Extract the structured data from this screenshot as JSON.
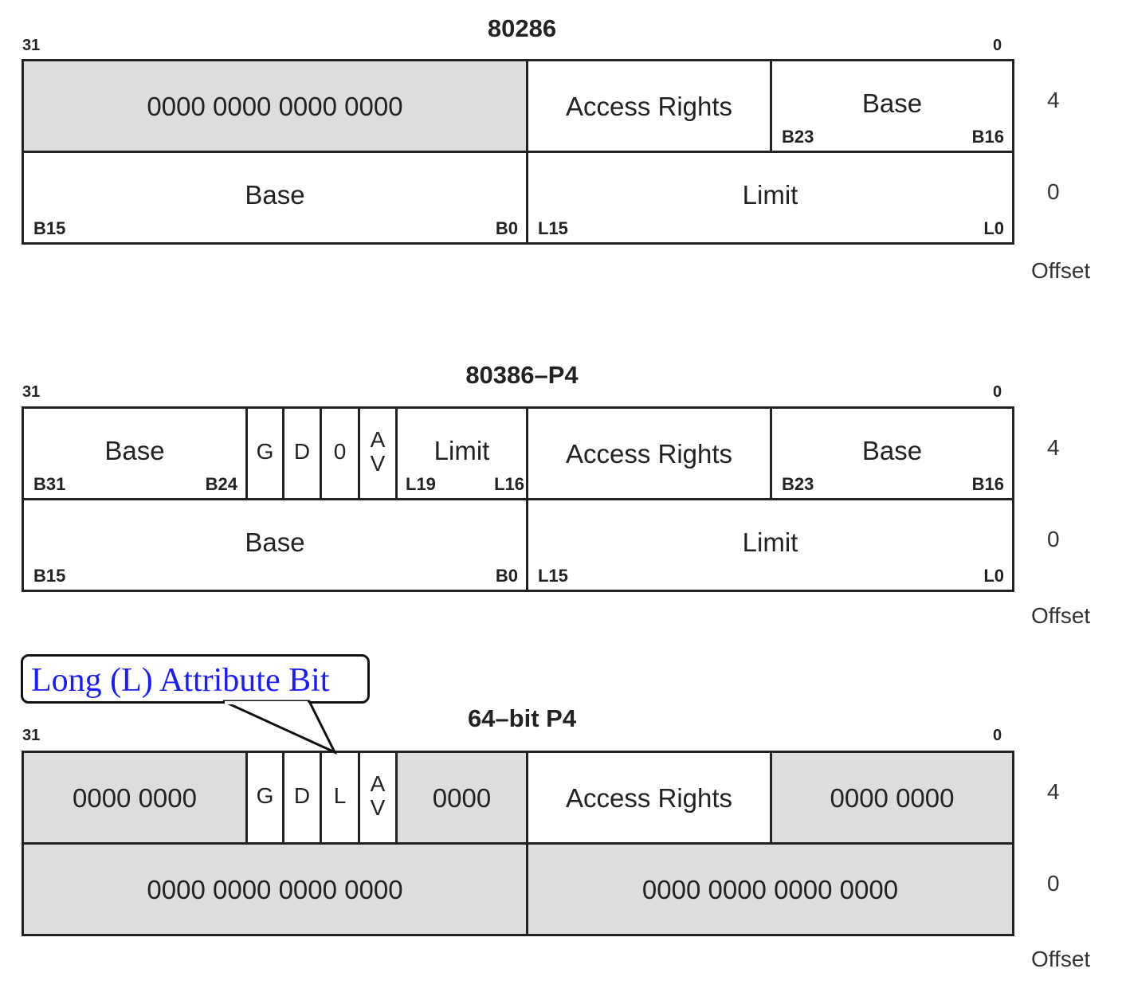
{
  "descriptors": [
    {
      "id": "80286",
      "title": "80286",
      "bit_high": "31",
      "bit_low": "0",
      "offset_label": "Offset",
      "rows": [
        {
          "offset": "4",
          "fields": [
            {
              "label": "0000 0000 0000 0000",
              "shaded": true
            },
            {
              "label": "Access Rights",
              "shaded": false
            },
            {
              "label": "Base",
              "shaded": false,
              "bit_left": "B23",
              "bit_right": "B16"
            }
          ]
        },
        {
          "offset": "0",
          "fields": [
            {
              "label": "Base",
              "shaded": false,
              "bit_left": "B15",
              "bit_right": "B0"
            },
            {
              "label": "Limit",
              "shaded": false,
              "bit_left": "L15",
              "bit_right": "L0"
            }
          ]
        }
      ]
    },
    {
      "id": "80386-p4",
      "title": "80386–P4",
      "bit_high": "31",
      "bit_low": "0",
      "offset_label": "Offset",
      "rows": [
        {
          "offset": "4",
          "fields": [
            {
              "label": "Base",
              "shaded": false,
              "bit_left": "B31",
              "bit_right": "B24"
            },
            {
              "label": "G",
              "shaded": false
            },
            {
              "label": "D",
              "shaded": false
            },
            {
              "label": "0",
              "shaded": false
            },
            {
              "label": "A V",
              "shaded": false,
              "stacked": [
                "A",
                "V"
              ]
            },
            {
              "label": "Limit",
              "shaded": false,
              "bit_left": "L19",
              "bit_right": "L16"
            },
            {
              "label": "Access Rights",
              "shaded": false
            },
            {
              "label": "Base",
              "shaded": false,
              "bit_left": "B23",
              "bit_right": "B16"
            }
          ]
        },
        {
          "offset": "0",
          "fields": [
            {
              "label": "Base",
              "shaded": false,
              "bit_left": "B15",
              "bit_right": "B0"
            },
            {
              "label": "Limit",
              "shaded": false,
              "bit_left": "L15",
              "bit_right": "L0"
            }
          ]
        }
      ]
    },
    {
      "id": "64-bit-p4",
      "title": "64–bit P4",
      "bit_high": "31",
      "bit_low": "0",
      "offset_label": "Offset",
      "rows": [
        {
          "offset": "4",
          "fields": [
            {
              "label": "0000 0000",
              "shaded": true
            },
            {
              "label": "G",
              "shaded": false
            },
            {
              "label": "D",
              "shaded": false
            },
            {
              "label": "L",
              "shaded": false
            },
            {
              "label": "A V",
              "shaded": false,
              "stacked": [
                "A",
                "V"
              ]
            },
            {
              "label": "0000",
              "shaded": true
            },
            {
              "label": "Access Rights",
              "shaded": false
            },
            {
              "label": "0000 0000",
              "shaded": true
            }
          ]
        },
        {
          "offset": "0",
          "fields": [
            {
              "label": "0000 0000 0000 0000",
              "shaded": true
            },
            {
              "label": "0000 0000 0000 0000",
              "shaded": true
            }
          ]
        }
      ]
    }
  ],
  "callout": {
    "text": "Long (L) Attribute Bit",
    "points_to": "64-bit P4 L bit",
    "color": "#1a1aff"
  },
  "colors": {
    "shaded": "#dcdddf",
    "border": "#222222"
  }
}
